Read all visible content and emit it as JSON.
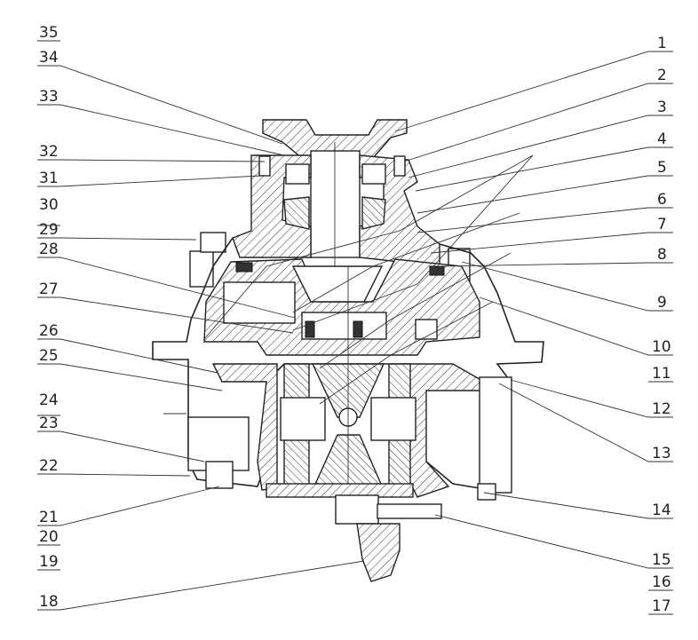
{
  "labels": {
    "left": [
      "35",
      "34",
      "33",
      "32",
      "31",
      "30",
      "29",
      "28",
      "27",
      "26",
      "25",
      "24",
      "23",
      "22",
      "21",
      "20",
      "19",
      "18"
    ],
    "right": [
      "1",
      "2",
      "3",
      "4",
      "5",
      "6",
      "7",
      "8",
      "9",
      "10",
      "11",
      "12",
      "13",
      "14",
      "15",
      "16",
      "17"
    ]
  },
  "colors": {
    "ink": "#222222",
    "background": "#ffffff"
  }
}
